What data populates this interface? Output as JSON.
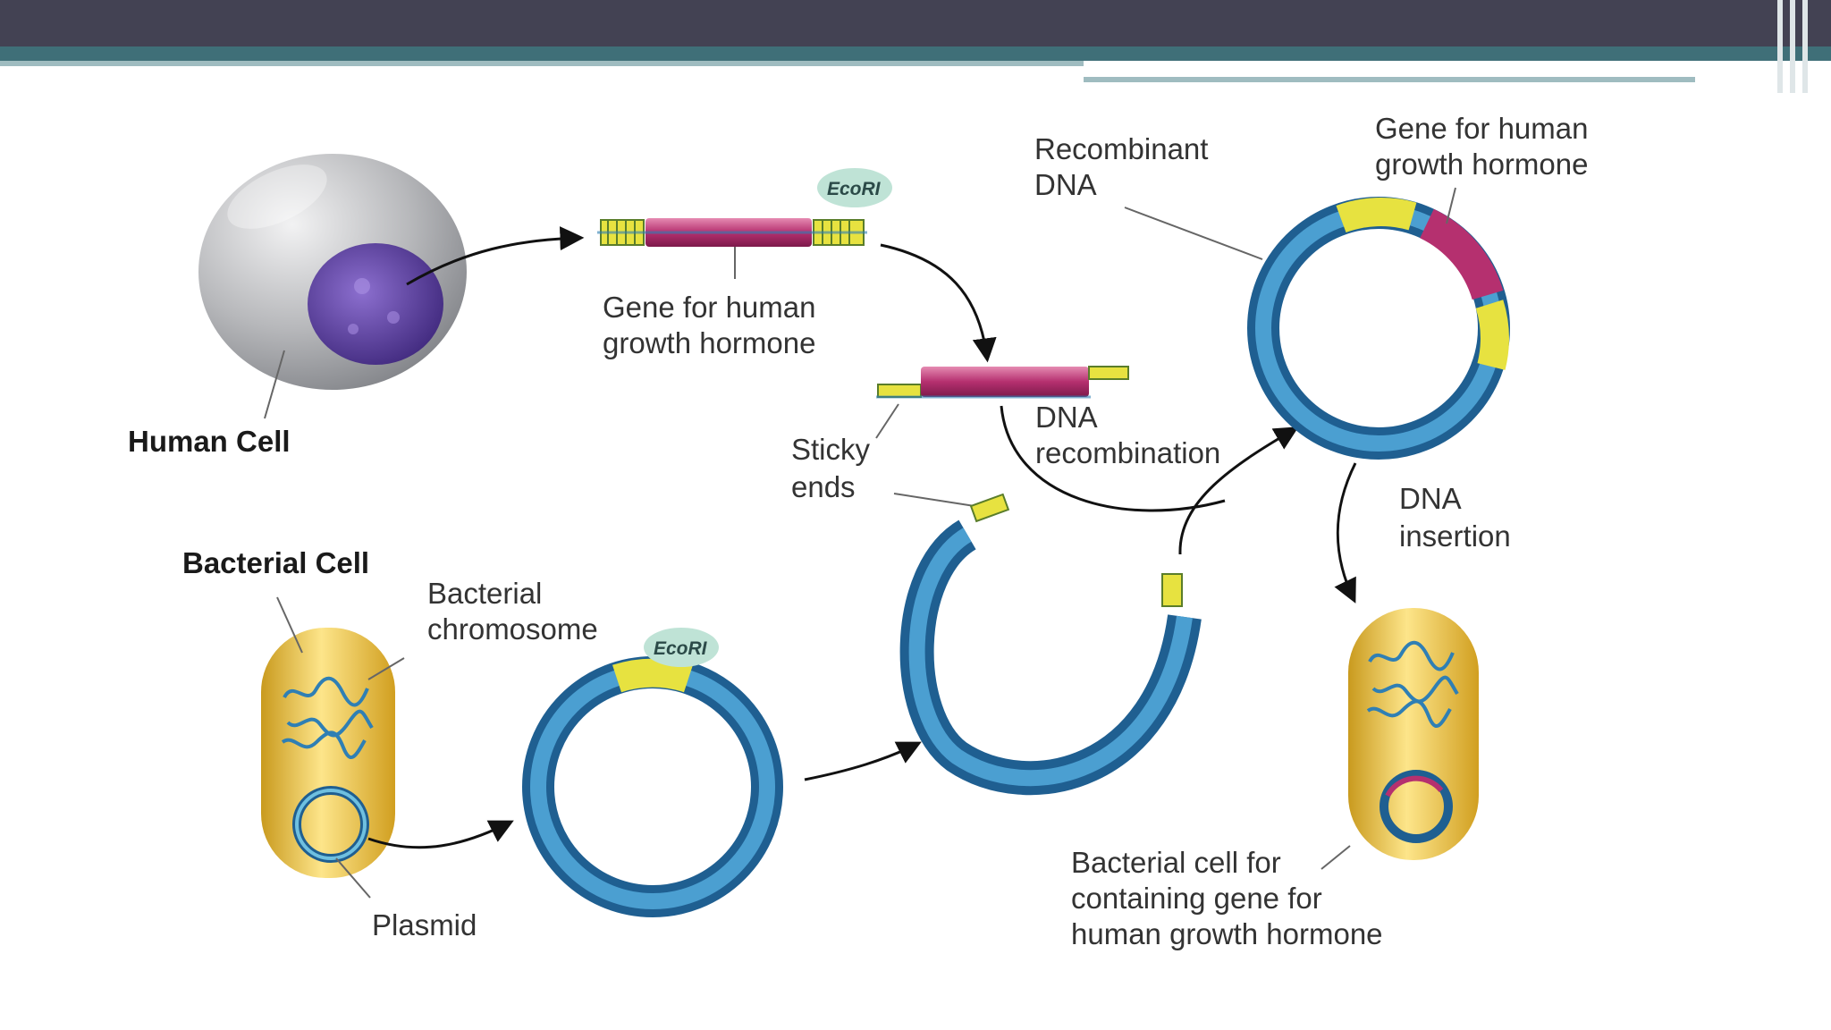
{
  "colors": {
    "header_dark": "#434253",
    "header_teal": "#3f6f78",
    "header_light": "#9fbcc0",
    "plasmid_blue": "#2f7fb4",
    "gene_magenta": "#b5306f",
    "sticky_yellow": "#e7e240",
    "cell_gold": "#f0c53c",
    "human_cell_gray": "#a9abae",
    "nucleus_purple": "#5a3d9a",
    "enzyme_badge": "#bfe3d6"
  },
  "labels": {
    "human_cell": "Human Cell",
    "gene_for_human_growth_hormone": "Gene for human growth hormone",
    "gene_line1": "Gene for human",
    "gene_line2": "growth hormone",
    "enzyme_top": "EcoRI",
    "enzyme_bottom": "EcoRI",
    "recombinant_line1": "Recombinant",
    "recombinant_line2": "DNA",
    "gene2_line1": "Gene for human",
    "gene2_line2": "growth hormone",
    "sticky_line1": "Sticky",
    "sticky_line2": "ends",
    "dna_recomb_line1": "DNA",
    "dna_recomb_line2": "recombination",
    "dna_insert_line1": "DNA",
    "dna_insert_line2": "insertion",
    "bacterial_cell": "Bacterial Cell",
    "chromosome_line1": "Bacterial",
    "chromosome_line2": "chromosome",
    "plasmid": "Plasmid",
    "result_line1": "Bacterial cell for",
    "result_line2": "containing gene for",
    "result_line3": "human growth hormone"
  }
}
